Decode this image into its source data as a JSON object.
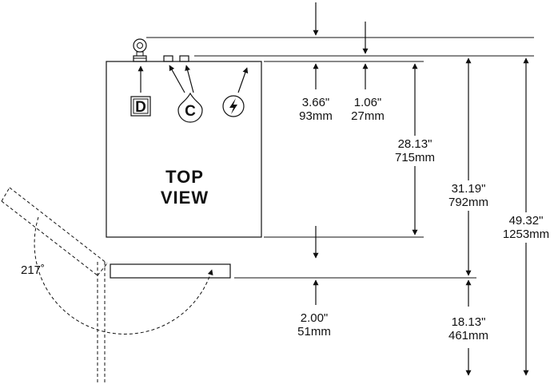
{
  "view": {
    "title_line1": "TOP",
    "title_line2": "VIEW"
  },
  "connections": {
    "drain": "D",
    "cold_water": "C"
  },
  "door": {
    "swing_angle": "217˚"
  },
  "dimensions": {
    "dim_a": {
      "in": "3.66\"",
      "mm": "93mm"
    },
    "dim_b": {
      "in": "1.06\"",
      "mm": "27mm"
    },
    "dim_c": {
      "in": "28.13\"",
      "mm": "715mm"
    },
    "dim_d": {
      "in": "31.19\"",
      "mm": "792mm"
    },
    "dim_e": {
      "in": "49.32\"",
      "mm": "1253mm"
    },
    "dim_f": {
      "in": "2.00\"",
      "mm": "51mm"
    },
    "dim_g": {
      "in": "18.13\"",
      "mm": "461mm"
    }
  }
}
